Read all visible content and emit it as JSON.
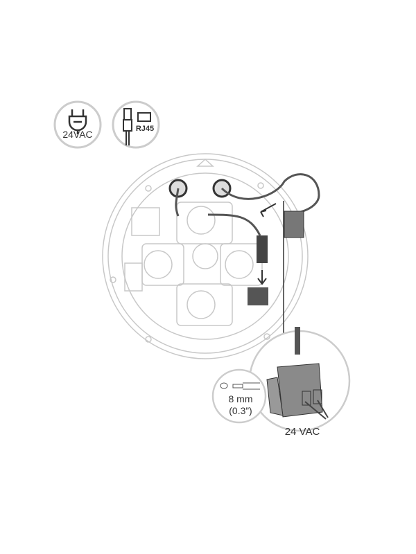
{
  "icons": {
    "power": {
      "label": "24VAC",
      "icon": "power-plug-icon"
    },
    "network": {
      "label": "RJ45",
      "icon": "rj45-connector-icon"
    }
  },
  "callouts": {
    "strip_length": {
      "line1": "8 mm",
      "line2": "(0.3”)"
    },
    "terminal_label": "24 VAC"
  },
  "colors": {
    "line": "#c8c8c8",
    "dark": "#3a3a3a",
    "part": "#8a8a8a",
    "text": "#333333"
  }
}
